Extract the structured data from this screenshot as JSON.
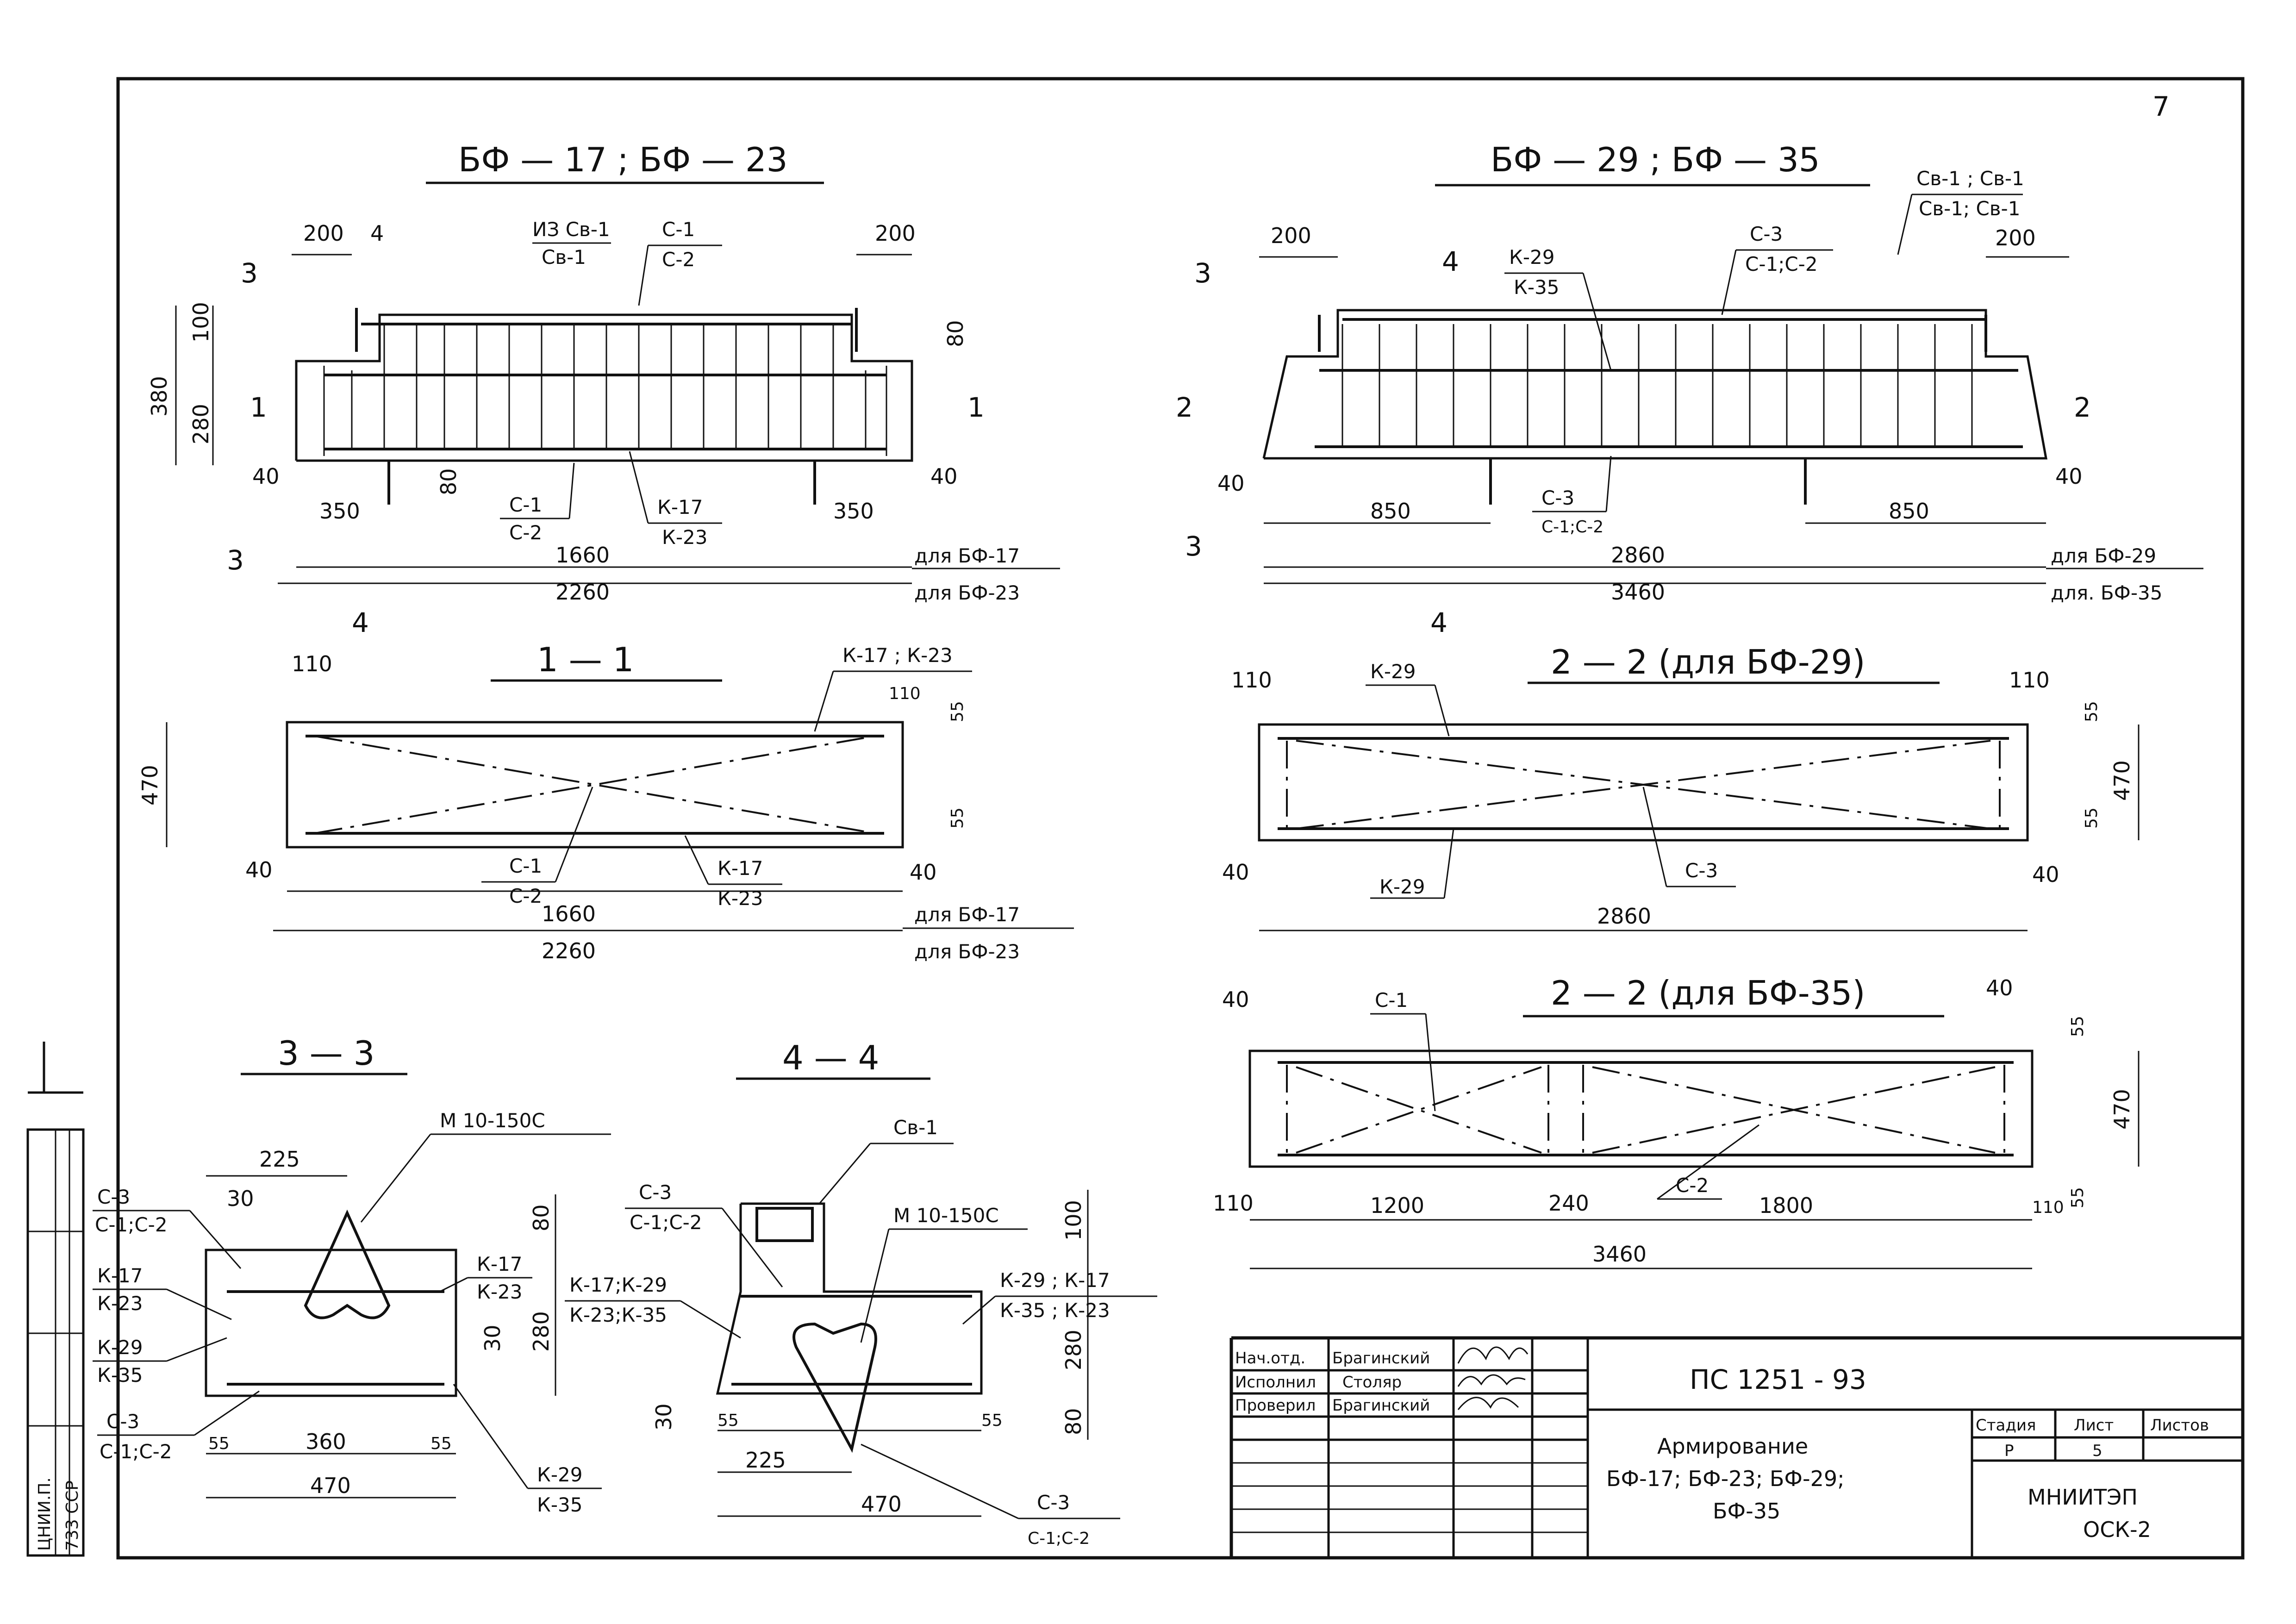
{
  "sheet_number": "7",
  "views": {
    "top_left": {
      "title": "БФ — 17 ; БФ — 23",
      "dims": {
        "d200a": "200",
        "d4": "4",
        "d200b": "200",
        "d3": "3",
        "d100": "100",
        "d380": "380",
        "d280": "280",
        "d80a": "80",
        "d40a": "40",
        "d350a": "350",
        "d80b": "80",
        "d350b": "350",
        "d40b": "40",
        "d1660": "1660",
        "d2260": "2260",
        "d4b": "4",
        "d3b": "3"
      },
      "labels": {
        "sv_top": "ИЗ Св-1",
        "sv_bot": "Св-1",
        "c1_top": "С-1",
        "c1_bot": "С-2",
        "c1b_top": "С-1",
        "c1b_bot": "С-2",
        "k17_top": "К-17",
        "k17_bot": "К-23",
        "sec1_left": "1",
        "sec1_right": "1",
        "for1": "для БФ-17",
        "for2": "для БФ-23"
      }
    },
    "top_right": {
      "title": "БФ — 29 ; БФ — 35",
      "dims": {
        "d200a": "200",
        "d4": "4",
        "d200b": "200",
        "d3": "3",
        "d40a": "40",
        "d850a": "850",
        "d850b": "850",
        "d40b": "40",
        "d2860": "2860",
        "d3460": "3460",
        "d4b": "4",
        "d3b": "3"
      },
      "labels": {
        "k29_top": "К-29",
        "k29_bot": "К-35",
        "c3_top": "С-3",
        "c3_bot": "С-1;С-2",
        "cb_top": "Св-1 ;  Св-1",
        "cb_bot": "Св-1; Св-1",
        "c3b_top": "С-3",
        "c3b_bot": "С-1;С-2",
        "sec2_left": "2",
        "sec2_right": "2",
        "for1": "для БФ-29",
        "for2": "для. БФ-35"
      }
    },
    "sec_1_1": {
      "title": "1 — 1",
      "dims": {
        "d110a": "110",
        "d110b": "110",
        "d55a": "55",
        "d55b": "55",
        "d470": "470",
        "d40a": "40",
        "d40b": "40",
        "d1660": "1660",
        "d2260": "2260"
      },
      "labels": {
        "k17": "К-17 ; К-23",
        "c1_top": "С-1",
        "c1_bot": "С-2",
        "k17b_top": "К-17",
        "k17b_bot": "К-23",
        "for1": "для БФ-17",
        "for2": "для БФ-23"
      }
    },
    "sec_2_2a": {
      "title": "2 — 2  (для БФ-29)",
      "dims": {
        "d110a": "110",
        "d110b": "110",
        "d55a": "55",
        "d55b": "55",
        "d470": "470",
        "d40a": "40",
        "d40b": "40",
        "d2860": "2860"
      },
      "labels": {
        "k29a": "К-29",
        "k29b": "К-29",
        "c3": "С-3"
      }
    },
    "sec_2_2b": {
      "title": "2 — 2  (для БФ-35)",
      "dims": {
        "d40a": "40",
        "d40b": "40",
        "d55a": "55",
        "d55b": "55",
        "d470": "470",
        "d110a": "110",
        "d110b": "110",
        "d1200": "1200",
        "d240": "240",
        "d1800": "1800",
        "d3460": "3460"
      },
      "labels": {
        "c1": "С-1",
        "c2": "С-2"
      }
    },
    "sec_3_3": {
      "title": "3 — 3",
      "dims": {
        "d225": "225",
        "d30": "30",
        "d80": "80",
        "d280": "280",
        "d30b": "30",
        "d55a": "55",
        "d360": "360",
        "d55b": "55",
        "d470": "470"
      },
      "labels": {
        "m10": "М 10-150С",
        "c3_top": "С-3",
        "c3_bot": "С-1;С-2",
        "k17_top": "К-17",
        "k17_bot": "К-23",
        "k29_top": "К-29",
        "k29_bot": "К-35",
        "c3b_top": "С-3",
        "c3b_bot": "С-1;С-2",
        "k17r_top": "К-17",
        "k17r_bot": "К-23",
        "k29r_top": "К-29",
        "k29r_bot": "К-35"
      }
    },
    "sec_4_4": {
      "title": "4 — 4",
      "dims": {
        "d100": "100",
        "d280": "280",
        "d80": "80",
        "d30": "30",
        "d55a": "55",
        "d225": "225",
        "d55b": "55",
        "d470": "470"
      },
      "labels": {
        "sv1": "Св-1",
        "m10": "М 10-150С",
        "c3_top": "С-3",
        "c3_bot": "С-1;С-2",
        "k17l_top": "К-17;К-29",
        "k17l_bot": "К-23;К-35",
        "k29r_top": "К-29 ; К-17",
        "k29r_bot": "К-35 ; К-23",
        "c3b_top": "С-3",
        "c3b_bot": "С-1;С-2"
      }
    }
  },
  "title_block": {
    "doc_code": "ПС   1251 - 93",
    "rows": [
      {
        "role": "Нач.отд.",
        "name": "Брагинский"
      },
      {
        "role": "Исполнил",
        "name": "Столяр"
      },
      {
        "role": "Проверил",
        "name": "Брагинский"
      }
    ],
    "name_lines": [
      "Армирование",
      "БФ-17; БФ-23; БФ-29;",
      "БФ-35"
    ],
    "stage_head": "Стадия",
    "sheet_head": "Лист",
    "sheets_head": "Листов",
    "stage": "Р",
    "sheet": "5",
    "org_lines": [
      "МНИИТЭП",
      "ОСК-2"
    ]
  },
  "side_stamp": [
    "ЦНИИ.П.",
    "733 ССР"
  ]
}
